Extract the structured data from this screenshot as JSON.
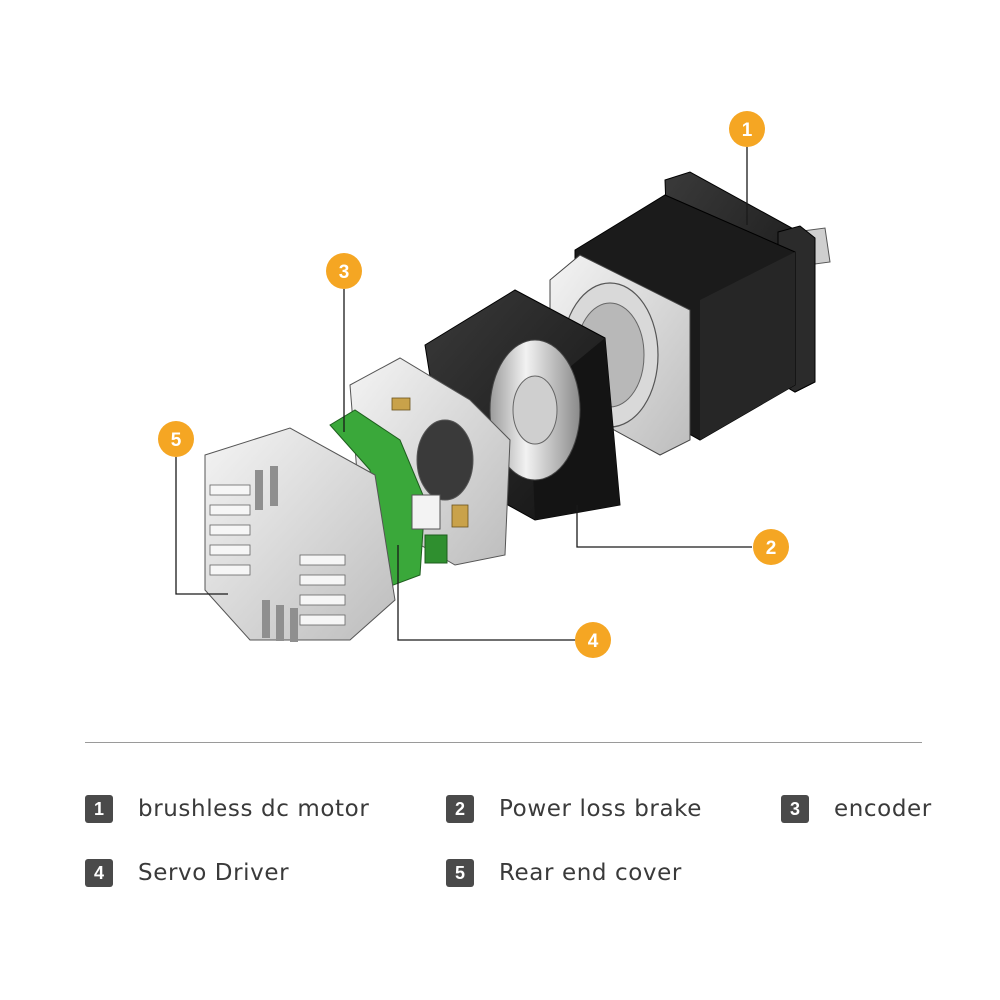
{
  "callouts": [
    {
      "num": "1",
      "part": "brushless-dc-motor"
    },
    {
      "num": "2",
      "part": "power-loss-brake"
    },
    {
      "num": "3",
      "part": "encoder"
    },
    {
      "num": "4",
      "part": "servo-driver"
    },
    {
      "num": "5",
      "part": "rear-end-cover"
    }
  ],
  "legend": [
    {
      "num": "1",
      "label": "brushless dc motor"
    },
    {
      "num": "2",
      "label": "Power loss brake"
    },
    {
      "num": "3",
      "label": "encoder"
    },
    {
      "num": "4",
      "label": "Servo Driver"
    },
    {
      "num": "5",
      "label": "Rear end cover"
    }
  ],
  "colors": {
    "callout": "#f5a623",
    "legend_badge": "#4a4a4a",
    "pcb": "#3aa83a",
    "motor_body": "#1e1e1e",
    "aluminum": "#e6e6e6"
  }
}
